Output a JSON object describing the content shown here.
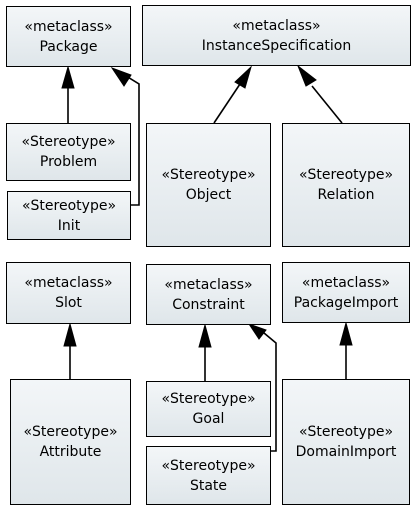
{
  "nodes": {
    "package": {
      "stereotype": "«metaclass»",
      "name": "Package"
    },
    "instancespec": {
      "stereotype": "«metaclass»",
      "name": "InstanceSpecification"
    },
    "problem": {
      "stereotype": "«Stereotype»",
      "name": "Problem"
    },
    "init": {
      "stereotype": "«Stereotype»",
      "name": "Init"
    },
    "object": {
      "stereotype": "«Stereotype»",
      "name": "Object"
    },
    "relation": {
      "stereotype": "«Stereotype»",
      "name": "Relation"
    },
    "slot": {
      "stereotype": "«metaclass»",
      "name": "Slot"
    },
    "constraint": {
      "stereotype": "«metaclass»",
      "name": "Constraint"
    },
    "packageimport": {
      "stereotype": "«metaclass»",
      "name": "PackageImport"
    },
    "attribute": {
      "stereotype": "«Stereotype»",
      "name": "Attribute"
    },
    "goal": {
      "stereotype": "«Stereotype»",
      "name": "Goal"
    },
    "state": {
      "stereotype": "«Stereotype»",
      "name": "State"
    },
    "domainimport": {
      "stereotype": "«Stereotype»",
      "name": "DomainImport"
    }
  },
  "edges": [
    {
      "from": "problem",
      "to": "package"
    },
    {
      "from": "init",
      "to": "package"
    },
    {
      "from": "object",
      "to": "instancespec"
    },
    {
      "from": "relation",
      "to": "instancespec"
    },
    {
      "from": "attribute",
      "to": "slot"
    },
    {
      "from": "goal",
      "to": "constraint"
    },
    {
      "from": "state",
      "to": "constraint"
    },
    {
      "from": "domainimport",
      "to": "packageimport"
    }
  ],
  "colors": {
    "box_top": "#f3f6f8",
    "box_bottom": "#dfe6ea",
    "line": "#000000"
  }
}
